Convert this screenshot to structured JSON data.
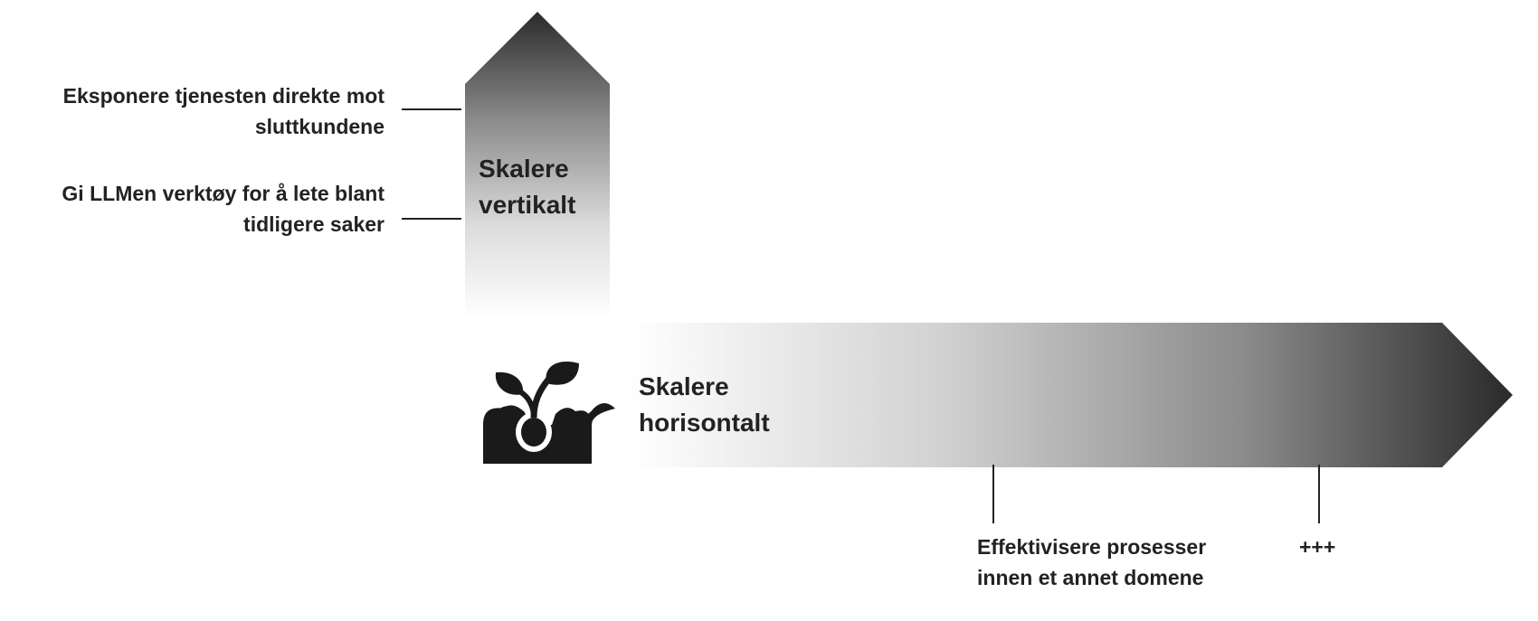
{
  "vertical_arrow": {
    "title_line1": "Skalere",
    "title_line2": "vertikalt",
    "colors": {
      "top": "#2a2a2a",
      "bottom": "#ffffff"
    },
    "items": [
      {
        "line1": "Eksponere tjenesten direkte mot",
        "line2": "sluttkundene"
      },
      {
        "line1": "Gi LLMen verktøy for å lete blant",
        "line2": "tidligere saker"
      }
    ]
  },
  "horizontal_arrow": {
    "title_line1": "Skalere",
    "title_line2": "horisontalt",
    "colors": {
      "start": "#ffffff",
      "end": "#2a2a2a"
    },
    "items": [
      {
        "line1": "Effektivisere prosesser",
        "line2": "innen et annet domene"
      },
      {
        "line1": "+++",
        "line2": ""
      }
    ]
  },
  "icon": {
    "name": "seedling-in-soil-icon",
    "color": "#1a1a1a"
  }
}
